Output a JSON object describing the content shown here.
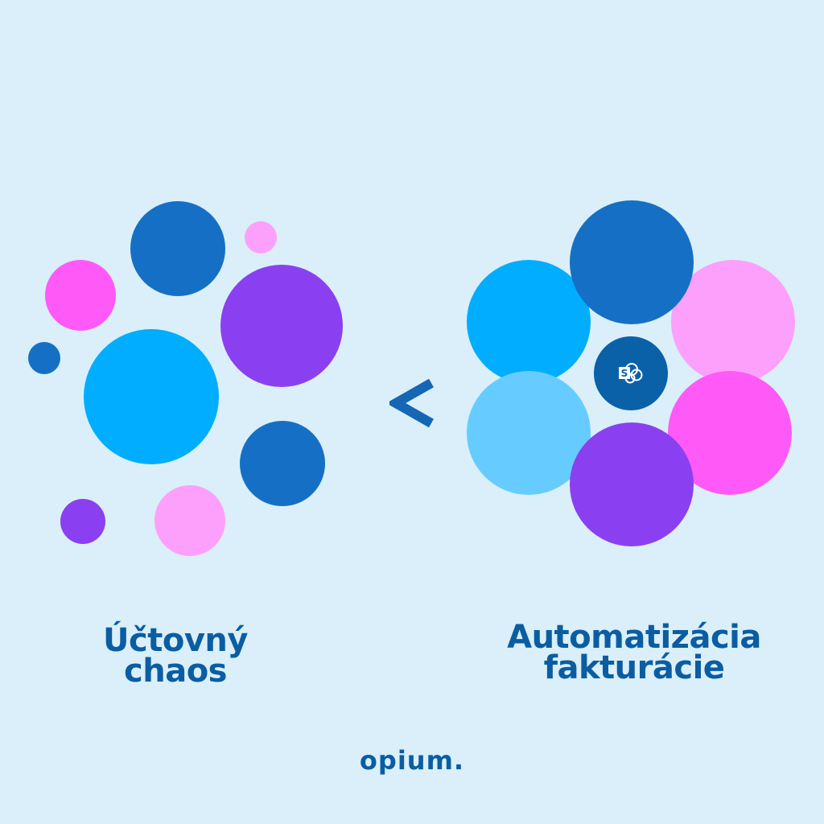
{
  "colors": {
    "background": "#DAEFFA",
    "navy": "#1570C5",
    "pink": "#FF5AF7",
    "light_pink": "#FDA0FC",
    "purple": "#8A40F0",
    "cyan": "#00ADFE",
    "light_cyan": "#66CCFF",
    "dark_badge": "#0B61A8",
    "text": "#0B5DA2",
    "comparator": "#1566B5"
  },
  "comparator": {
    "symbol": "<"
  },
  "labels": {
    "left": [
      "Účtovný",
      "chaos"
    ],
    "right": [
      "Automatizácia",
      "fakturácie"
    ]
  },
  "center_badge": {
    "icon": "sharepoint-icon",
    "letter": "S"
  },
  "logo": {
    "text": "opium."
  }
}
